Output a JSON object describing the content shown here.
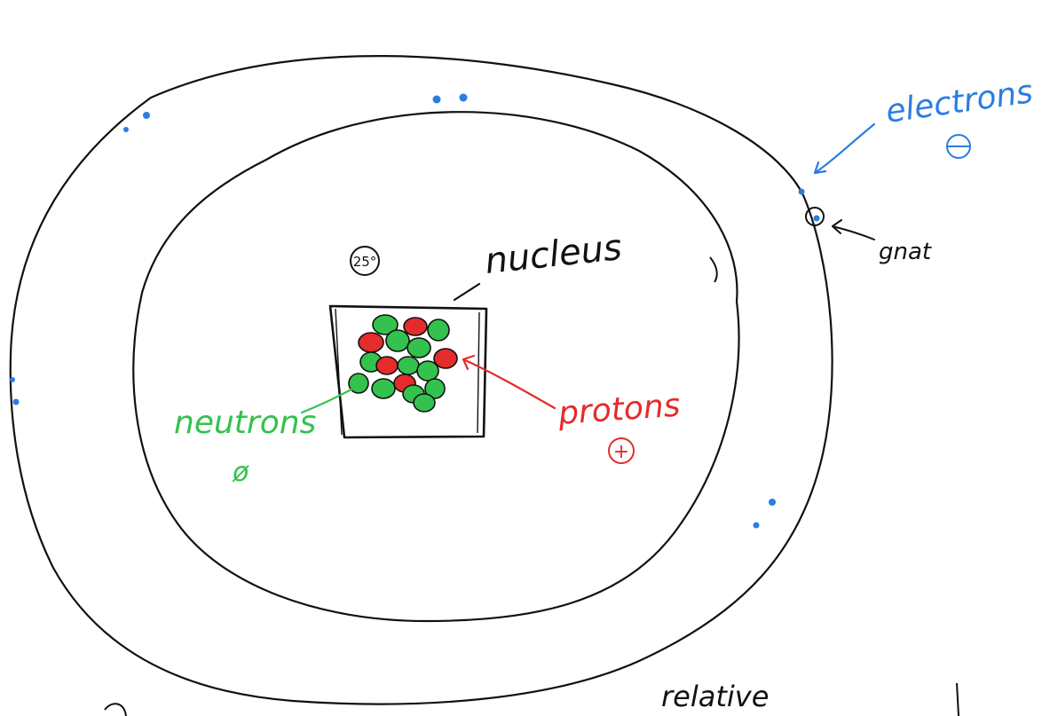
{
  "labels": {
    "nucleus": "nucleus",
    "electrons": "electrons",
    "electrons_sign": "⊖",
    "gnat": "gnat",
    "protons": "protons",
    "protons_sign": "+",
    "neutrons": "neutrons",
    "neutrons_sign": "ø",
    "stadium_tag": "25°",
    "relative": "relative"
  },
  "colors": {
    "ink": "#111111",
    "electron": "#2a7de1",
    "proton": "#e52b2b",
    "neutron": "#33c24d"
  }
}
